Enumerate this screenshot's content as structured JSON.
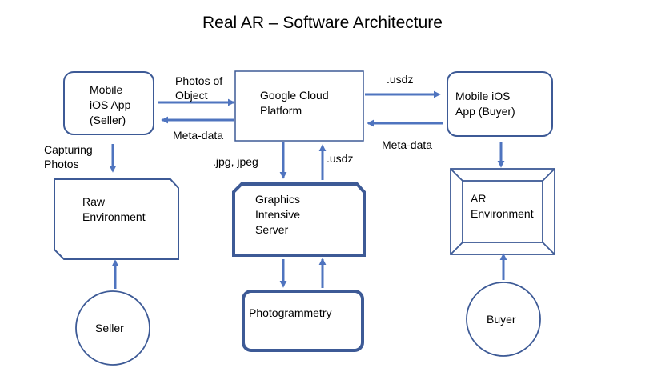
{
  "title": "Real AR – Software Architecture",
  "colors": {
    "stroke": "#3d5a96",
    "arrow": "#4f74bf",
    "background": "#ffffff"
  },
  "nodes": {
    "seller_app": [
      "Mobile",
      "iOS App",
      "(Seller)"
    ],
    "cloud": [
      "Google Cloud",
      "Platform"
    ],
    "buyer_app": [
      "Mobile iOS",
      "App (Buyer)"
    ],
    "raw_env": [
      "Raw",
      "Environment"
    ],
    "graphics_server": [
      "Graphics",
      "Intensive",
      "Server"
    ],
    "ar_env": [
      "AR",
      "Environment"
    ],
    "photogrammetry": "Photogrammetry",
    "seller": "Seller",
    "buyer": "Buyer"
  },
  "edges": {
    "photos_of_object": [
      "Photos of",
      "Object"
    ],
    "meta_data_left": "Meta-data",
    "usdz_top": ".usdz",
    "meta_data_right": "Meta-data",
    "capturing_photos": [
      "Capturing",
      "Photos"
    ],
    "jpg_jpeg": ".jpg, jpeg",
    "usdz_up": ".usdz"
  }
}
